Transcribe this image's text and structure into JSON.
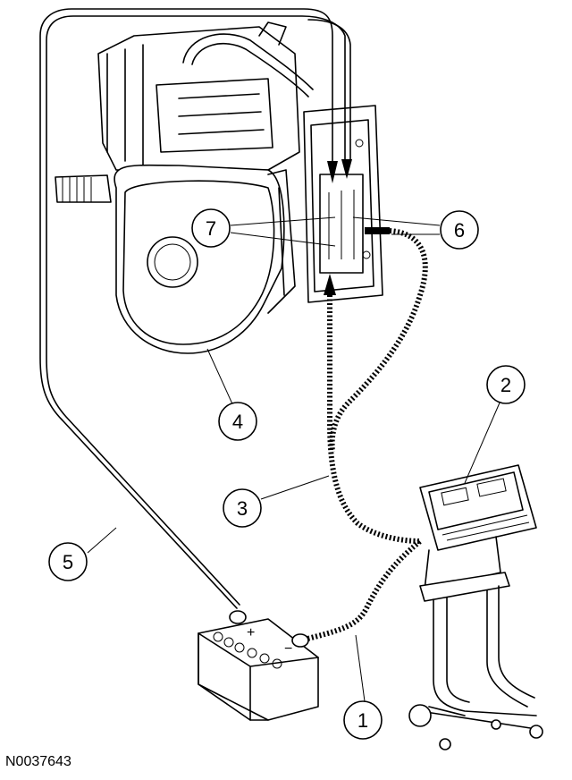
{
  "figure": {
    "reference_number": "N0037643",
    "callouts": [
      {
        "id": "1",
        "label": "1"
      },
      {
        "id": "2",
        "label": "2"
      },
      {
        "id": "3",
        "label": "3"
      },
      {
        "id": "4",
        "label": "4"
      },
      {
        "id": "5",
        "label": "5"
      },
      {
        "id": "6",
        "label": "6"
      },
      {
        "id": "7",
        "label": "7"
      }
    ],
    "battery": {
      "positive_mark": "+",
      "negative_mark": "−"
    }
  }
}
